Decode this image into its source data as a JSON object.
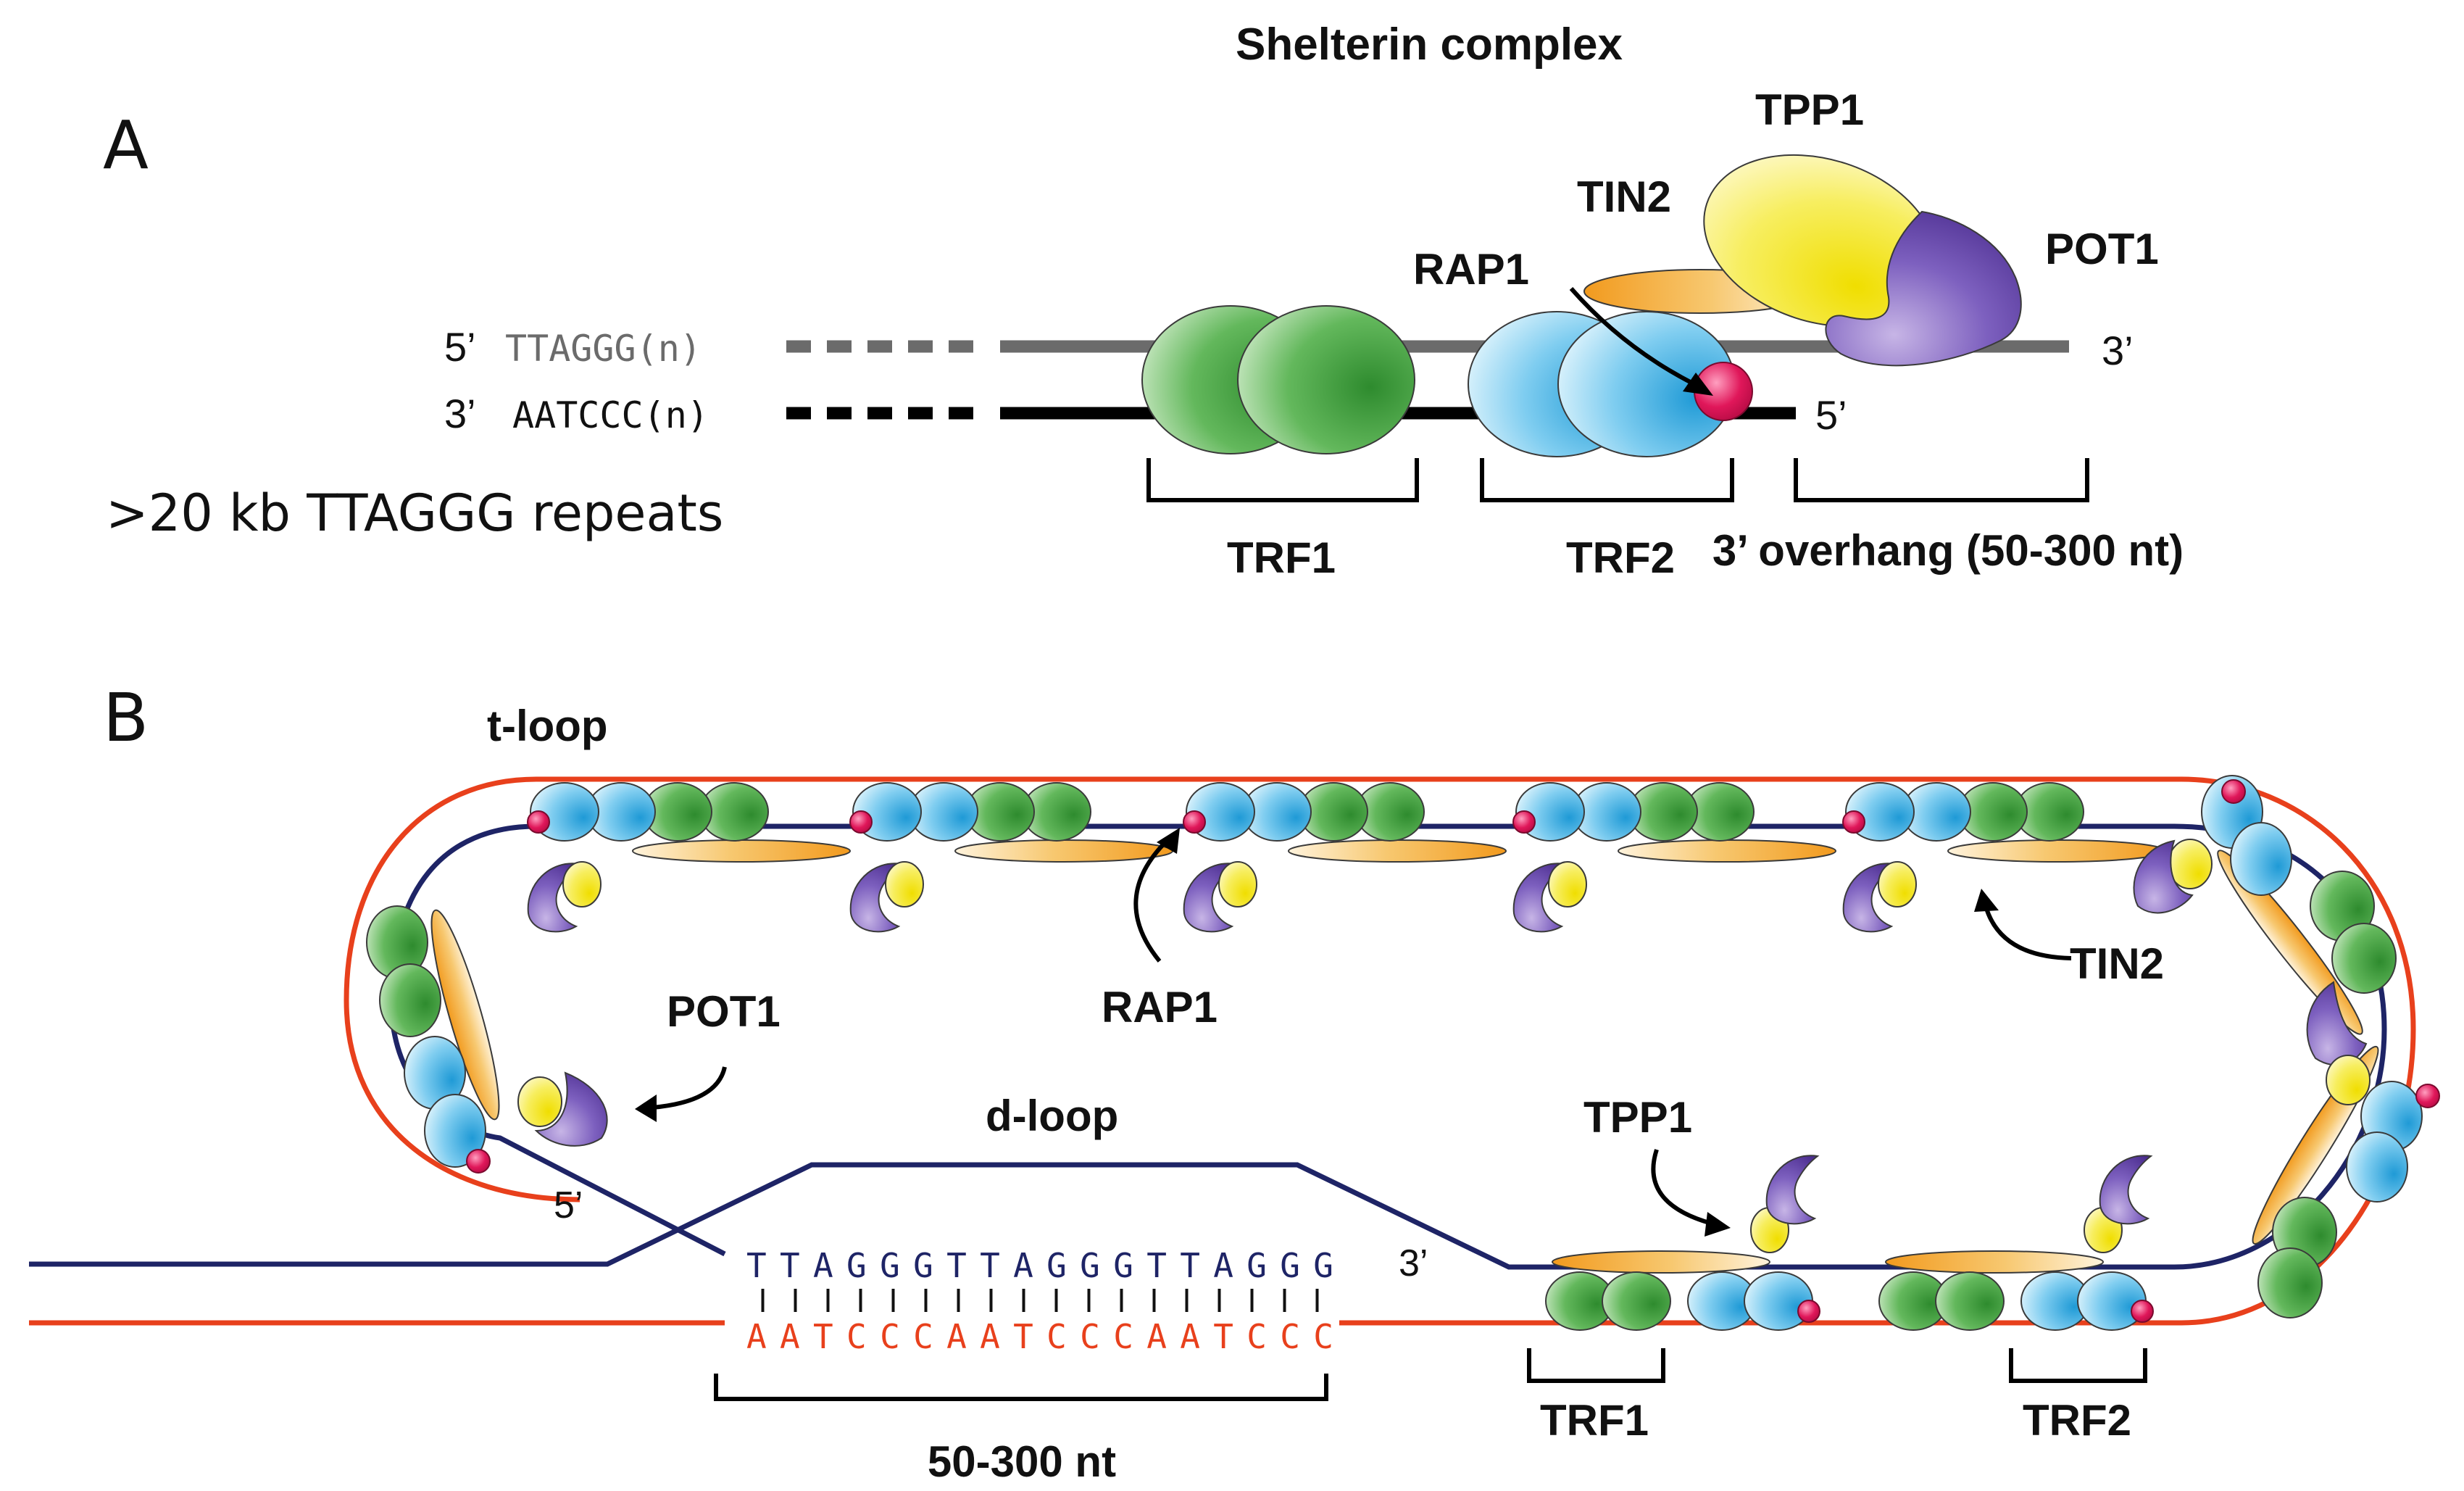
{
  "panels": {
    "a": "A",
    "b": "B"
  },
  "panel_a": {
    "title": "Shelterin complex",
    "strand_top_end5": "5’",
    "strand_top_seq": "TTAGGG(n)",
    "strand_bottom_end3": "3’",
    "strand_bottom_seq": "AATCCC(n)",
    "top_end3": "3’",
    "bottom_end5": "5’",
    "repeat_note": ">20 kb TTAGGG repeats",
    "labels": {
      "tpp1": "TPP1",
      "tin2": "TIN2",
      "pot1": "POT1",
      "rap1": "RAP1",
      "trf1": "TRF1",
      "trf2": "TRF2",
      "overhang": "3’ overhang (50-300 nt)"
    }
  },
  "panel_b": {
    "labels": {
      "t_loop": "t-loop",
      "d_loop": "d-loop",
      "pot1": "POT1",
      "rap1": "RAP1",
      "tin2": "TIN2",
      "tpp1": "TPP1",
      "trf1": "TRF1",
      "trf2": "TRF2",
      "end5": "5’",
      "end3": "3’",
      "length": "50-300 nt"
    },
    "seq_top": "TTAGGGTTAGGGTTAGGG",
    "seq_bottom": "AATCCCAATCCCAATCCC"
  },
  "colors": {
    "strand_g": "#6b6b6b",
    "strand_c": "#000000",
    "dna_navy": "#1e2466",
    "dna_red": "#e8401c",
    "trf1_green": "#3c9e3c",
    "trf2_blue": "#2aa8dd",
    "rap1_pink": "#e0175a",
    "tin2_orange": "#f0a030",
    "tpp1_yellow": "#f2e200",
    "pot1_purple": "#5a3a9e"
  }
}
